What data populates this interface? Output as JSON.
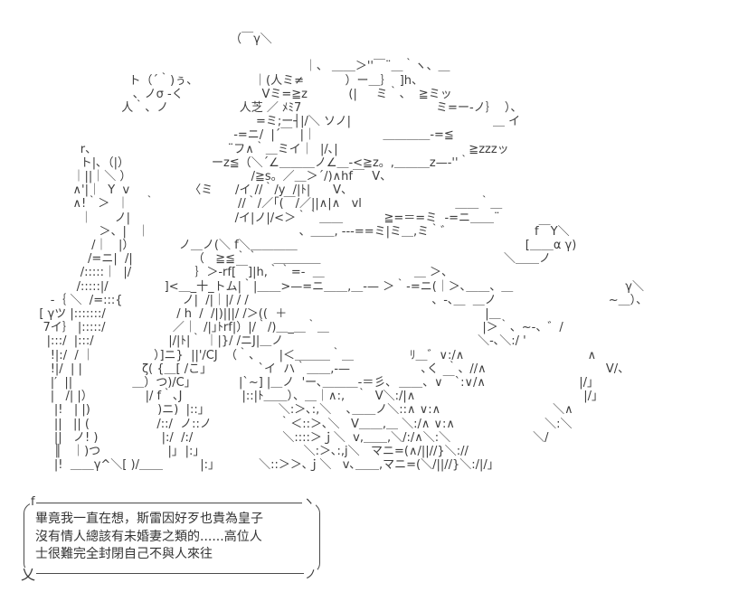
{
  "colors": {
    "background": "#ffffff",
    "ink": "#3c3c3c",
    "dialogue_text": "#333333",
    "bubble_border": "#4a4a4a"
  },
  "scene": {
    "aa_lines": [
      "                                                             （￣γ＼",
      "",
      "                                                                                 ｜、 ＿＿＞''￣¨＿｀ヽ、＿",
      "                                  ト（´｀)ぅ、               ｜(人ミ≠           ）ー＿｝  ]h、",
      "                                   、ノσ -く                     Vミ=≧z           (|     ミ｀、  ≧ミッ",
      "                                人｀、ノ                   人芝 ／ ﾒﾐ7                                    ミ=ー-ノ｝  ）、",
      "                                                                    =ミ;ー┤|/＼ ソノ|                                      ＿ イ",
      "                                                              -=ニ/  |´￣  |｜                  ＿＿＿＿-=≦",
      "                     r、                                   ¨フ∧｀＿ミイ｜  |/､|                                   ≧zzzッ",
      "                     ト|､（|）                      ーz≦（＼´∠＿＿＿ノ∠＿-<≧z。,＿＿＿z—-''｀",
      "                   ｜||｜＼ ）                                /≧s。／＿＞´/)∧hf￣  V、",
      "                   ∧'|｜  Y  v                〈ミ      /イ //｀/y  /|ﾄ|      V、",
      "                   ∧!｀＞  ｜    ｀                      //｀/／｢(￣/／||∧|∧   vl                         ＿＿｀＿",
      "                     ｜      ノ|                            /イ|ノ|/<＞｀｀＿＿           ≧=＝=ミ  -=ニ＿＿¨",
      "                          ＞、|   ｜                                        、＿＿, ---==ミ|ミ＿,ミ｀゛                      f￣Y＼",
      "                        /｜   |）            ノ＿ノ(＼ f＼＿＿＿＿                                                             [＿＿α γ)",
      "                       /=ニ|  /|                （   ≧≦｀｀    ＿＿＿＿                                                 ＼＿＿ノ",
      "                     /:::::｜  |/                 ｝＞-rf[￣]|h,｀｀=-  ＿                        ＿ ＞、",
      "                    /:::::|/               ]<＿_十_トム|｀|＿＿>—=ニ＿＿,＿-— ＞｀-=ニ(｜＞､＿＿、＿                              γ＼",
      "             -｛ ＼  /=:::{                ノ|  /|｜|/ / /                                                 、-､＿  ＿ノ                              ~＿）、",
      "          [ γツ |:::::::/                   / h  /  /|)|||/ /＞((  ＋                                                     |＿",
      "           7イ｝ |:::::/                  ／｜  /|｣ﾄrf|）|/｀/)＿_＿｀＿                                         |＞｀、~-、゛/",
      "            |:::/  |:::/                    |/|ﾄ|｀ ｜|}/ /ニJ|＿ノ                                                    ＼-､＼:/ '",
      "             !|:/  / ｜                ）]ニ}  ||'/CJ  （｀、     |＜＿＿＿｀＿               ﾘ＿゛∨:/∧                                 ∧",
      "             !|/  | |                ζ( {＿[ /こ｣              `イ  ハ｀＿＿,-—                   ､く  ｀、//∧                                V/、",
      "             |′  ||                ＿）つ)/C｣             |`~] |＿ノ  'ー､＿＿＿-＝彡､  ＿＿、∨￣`:∨/∧                         |/｣",
      "             |   /| |）              |/ f｀､J                |::|ﾄ＿＿）、＿｜∧:,   ｀  V＼:/|∧                                             |/｣",
      "              |!   | |)                  )ニ)  |::｣                    ＼:＞､:,＼    ､＿＿ノ＼::∧ ∨:∧                              ＼∧",
      "              ||   || (                  /::/  ノ::ノ                  ｀＜::＞､＼   V＿＿,＿ ＼:/∧ ∨:∧                        ＼:＼",
      "              ||   ノ! )                 |:/  /:/                        ＼::::＞ｊ＼  v,＿＿,＼/:/∧＼:＼                      ＼/",
      "              ║   ｜)つ                  |｣  |:｣                            ＼:＞､:,j＼   マニ=(∧/||//}＼://",
      "              |!  ＿＿γ^＼[ )/＿＿          |:｣            ＼::＞＞､ｊ＼   v､＿＿,マニ=(＼/||//}＼:/|/｣"
    ]
  },
  "bubble": {
    "corner_top_left": "f",
    "corner_top_right": "ヽ",
    "corner_bottom_left": "乂",
    "corner_bottom_right": "ノ"
  },
  "dialogue": {
    "lines": [
      "畢竟我一直在想，斯雷因好歹也貴為皇子",
      "沒有情人總該有未婚妻之類的......高位人",
      "士很難完全封閉自己不與人來往"
    ]
  }
}
